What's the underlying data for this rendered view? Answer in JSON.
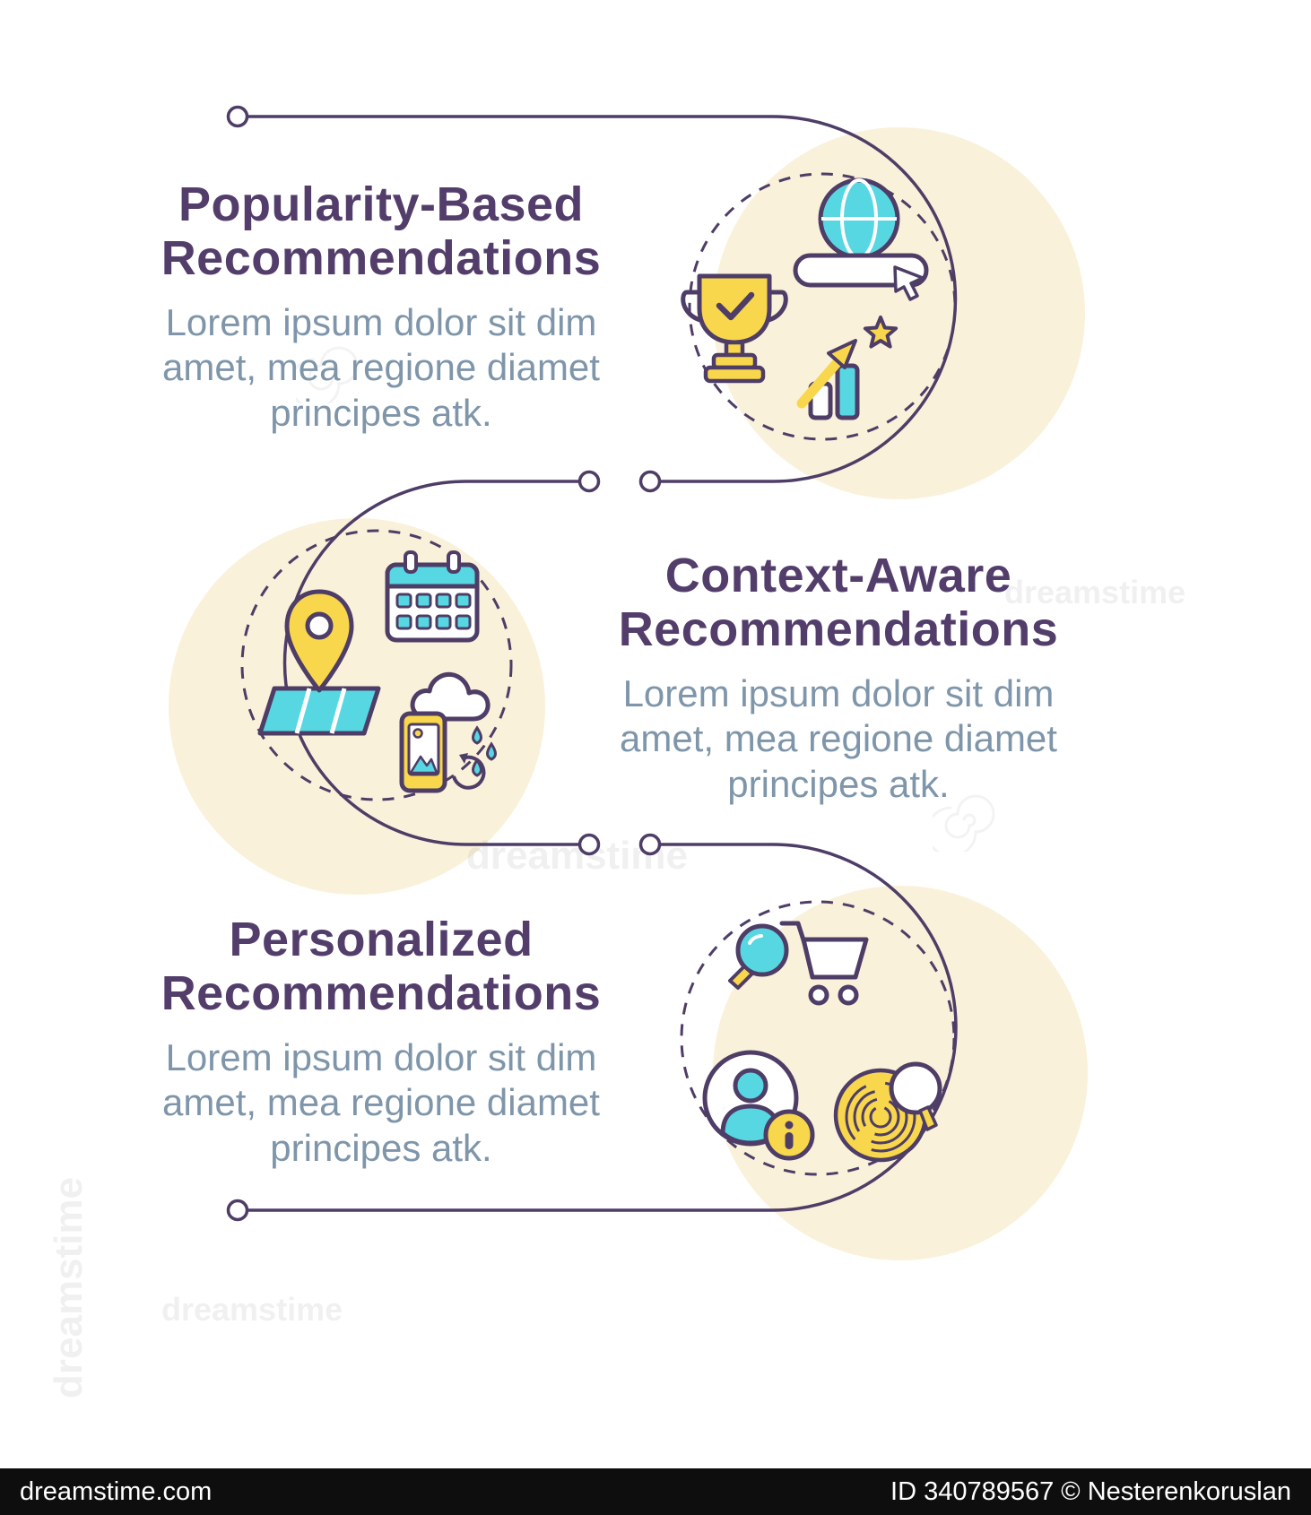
{
  "watermark": {
    "brand": "dreamstime",
    "footer_left": "dreamstime.com",
    "footer_right": "ID 340789567 © Nesterenkoruslan"
  },
  "colors": {
    "outline_purple": "#4e3d66",
    "title_purple": "#533e6b",
    "body_gray_blue": "#7e95aa",
    "cyan": "#57d7e2",
    "yellow": "#f8d74c",
    "cream_circle": "#faf1da",
    "footer_bg": "#0e0e0f"
  },
  "sections": [
    {
      "title_line1": "Popularity-Based",
      "title_line2": "Recommendations",
      "body_line1": "Lorem ipsum dolor sit dim",
      "body_line2": "amet, mea regione diamet",
      "body_line3": "principes atk.",
      "icons": [
        "trophy-icon",
        "globe-icon",
        "search-bar-cursor-icon",
        "growth-bars-arrow-star-icon"
      ]
    },
    {
      "title_line1": "Context-Aware",
      "title_line2": "Recommendations",
      "body_line1": "Lorem ipsum dolor sit dim",
      "body_line2": "amet, mea regione diamet",
      "body_line3": "principes atk.",
      "icons": [
        "map-location-pin-icon",
        "calendar-icon",
        "phone-weather-sync-icon"
      ]
    },
    {
      "title_line1": "Personalized",
      "title_line2": "Recommendations",
      "body_line1": "Lorem ipsum dolor sit dim",
      "body_line2": "amet, mea regione diamet",
      "body_line3": "principes atk.",
      "icons": [
        "cart-magnifier-icon",
        "user-info-icon",
        "fingerprint-magnifier-icon"
      ]
    }
  ]
}
